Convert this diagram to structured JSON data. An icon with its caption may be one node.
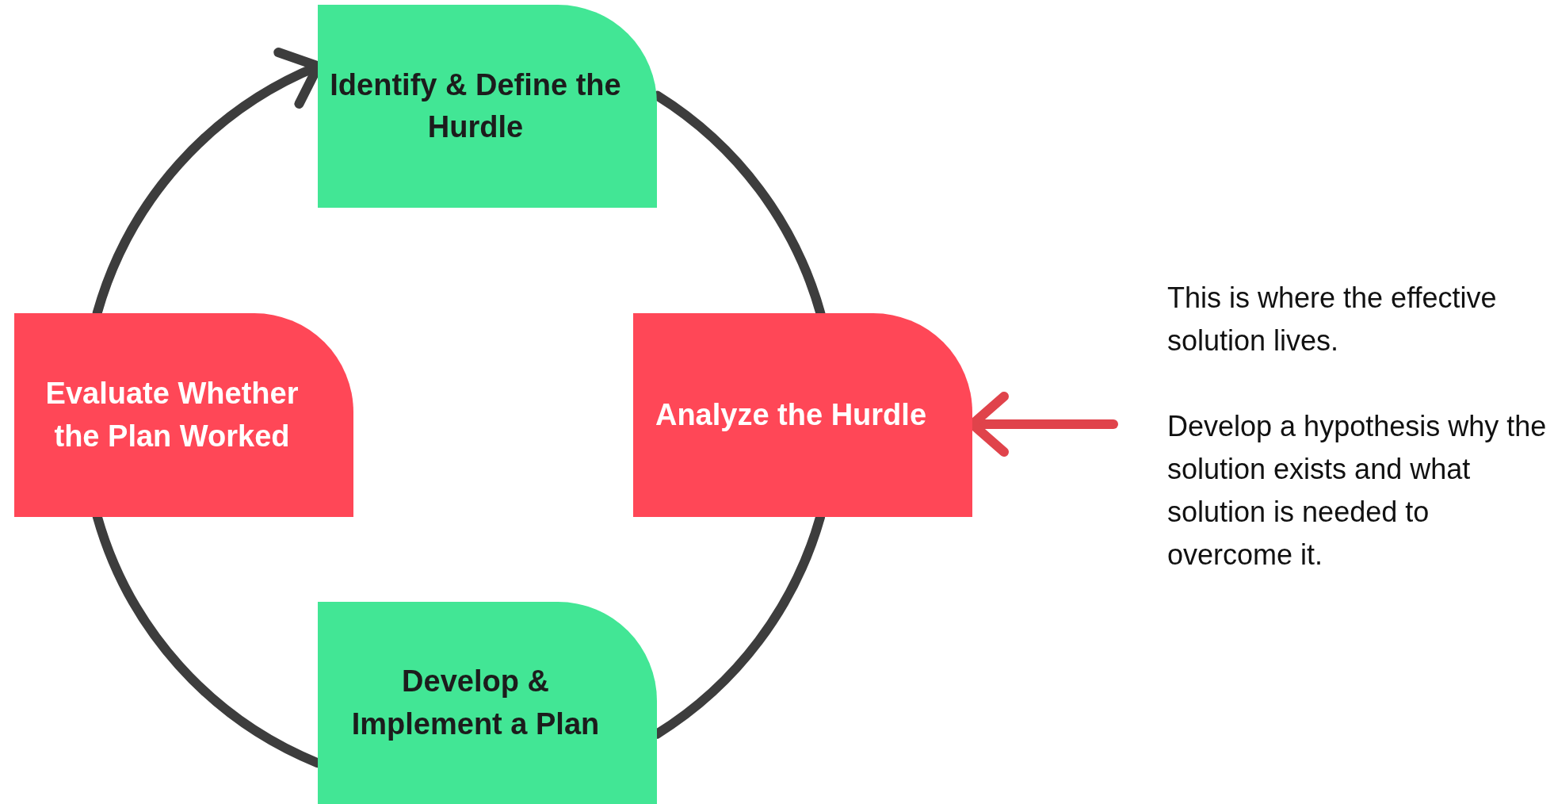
{
  "diagram": {
    "nodes": [
      {
        "text": [
          "Identify & Define the Hurdle"
        ]
      },
      {
        "text": [
          "Analyze the Hurdle"
        ]
      },
      {
        "text": [
          "Develop & Implement a Plan"
        ]
      },
      {
        "text": [
          "Evaluate Whether the Plan Worked"
        ]
      },
      {
        "text": [
          "This is where the effective solution lives.",
          "Develop a hypothesis why the solution exists and what solution is needed to overcome it."
        ]
      }
    ],
    "edges": [
      {
        "from": 0,
        "to": 1,
        "arrow": "none"
      },
      {
        "from": 1,
        "to": 2,
        "arrow": "none"
      },
      {
        "from": 2,
        "to": 3,
        "arrow": "none"
      },
      {
        "from": 3,
        "to": 0,
        "arrow": "to"
      },
      {
        "from": 4,
        "to": 1,
        "arrow": "to",
        "color": "#e0434b"
      }
    ]
  }
}
